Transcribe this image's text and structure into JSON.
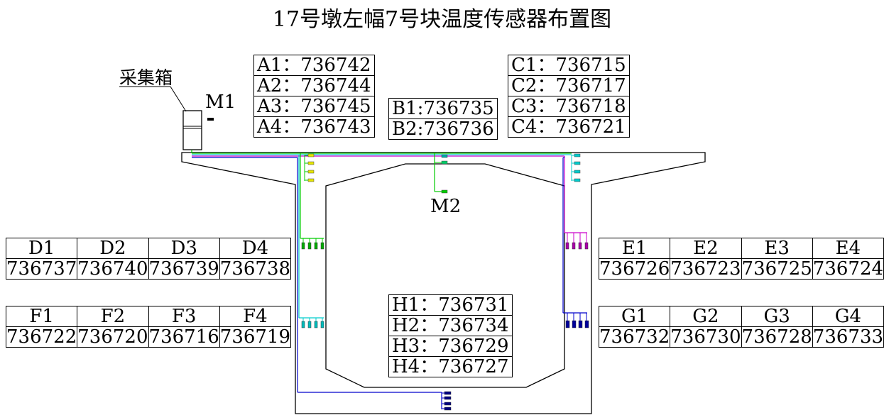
{
  "title": "17号墩左幅7号块温度传感器布置图",
  "labels": {
    "box": "采集箱",
    "m1": "M1",
    "m2": "M2"
  },
  "groups": {
    "A": [
      {
        "id": "A1",
        "sep": "：",
        "val": "736742"
      },
      {
        "id": "A2",
        "sep": "：",
        "val": "736744"
      },
      {
        "id": "A3",
        "sep": "：",
        "val": "736745"
      },
      {
        "id": "A4",
        "sep": "：",
        "val": "736743"
      }
    ],
    "B": [
      {
        "id": "B1",
        "sep": ":",
        "val": "736735"
      },
      {
        "id": "B2",
        "sep": ":",
        "val": "736736"
      }
    ],
    "C": [
      {
        "id": "C1",
        "sep": "：",
        "val": "736715"
      },
      {
        "id": "C2",
        "sep": "：",
        "val": "736717"
      },
      {
        "id": "C3",
        "sep": "：",
        "val": "736718"
      },
      {
        "id": "C4",
        "sep": "：",
        "val": "736721"
      }
    ],
    "H": [
      {
        "id": "H1",
        "sep": "：",
        "val": "736731"
      },
      {
        "id": "H2",
        "sep": "：",
        "val": "736734"
      },
      {
        "id": "H3",
        "sep": "：",
        "val": "736729"
      },
      {
        "id": "H4",
        "sep": "：",
        "val": "736727"
      }
    ],
    "D": {
      "ids": [
        "D1",
        "D2",
        "D3",
        "D4"
      ],
      "vals": [
        "736737",
        "736740",
        "736739",
        "736738"
      ]
    },
    "F": {
      "ids": [
        "F1",
        "F2",
        "F3",
        "F4"
      ],
      "vals": [
        "736722",
        "736720",
        "736716",
        "736719"
      ]
    },
    "E": {
      "ids": [
        "E1",
        "E2",
        "E3",
        "E4"
      ],
      "vals": [
        "736726",
        "736723",
        "736725",
        "736724"
      ]
    },
    "G": {
      "ids": [
        "G1",
        "G2",
        "G3",
        "G4"
      ],
      "vals": [
        "736732",
        "736730",
        "736728",
        "736733"
      ]
    }
  },
  "colors": {
    "green": "#00cc00",
    "cyan": "#00cccc",
    "magenta": "#cc00cc",
    "blue": "#0000cc",
    "navy": "#000080",
    "yellow": "#e6e600",
    "outline": "#000000"
  }
}
